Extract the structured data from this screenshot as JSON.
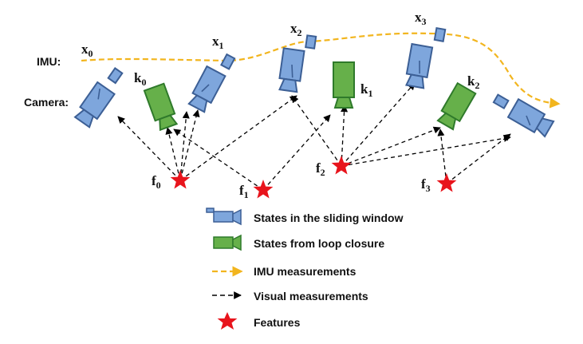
{
  "row_labels": {
    "imu": "IMU:",
    "camera": "Camera:"
  },
  "states": [
    {
      "base": "x",
      "sub": "0"
    },
    {
      "base": "x",
      "sub": "1"
    },
    {
      "base": "x",
      "sub": "2"
    },
    {
      "base": "x",
      "sub": "3"
    }
  ],
  "keyframes": [
    {
      "base": "k",
      "sub": "0"
    },
    {
      "base": "k",
      "sub": "1"
    },
    {
      "base": "k",
      "sub": "2"
    }
  ],
  "features": [
    {
      "base": "f",
      "sub": "0"
    },
    {
      "base": "f",
      "sub": "1"
    },
    {
      "base": "f",
      "sub": "2"
    },
    {
      "base": "f",
      "sub": "3"
    }
  ],
  "legend": [
    {
      "icon": "sliding-window-camera-icon",
      "label": "States in the sliding window"
    },
    {
      "icon": "loop-closure-camera-icon",
      "label": "States from loop closure"
    },
    {
      "icon": "imu-arrow-icon",
      "label": "IMU measurements"
    },
    {
      "icon": "visual-arrow-icon",
      "label": "Visual measurements"
    },
    {
      "icon": "feature-star-icon",
      "label": "Features"
    }
  ],
  "colors": {
    "blue_fill": "#7ea6dc",
    "blue_stroke": "#3c5f95",
    "green_fill": "#66b04a",
    "green_stroke": "#2f7a2b",
    "imu_path": "#f2b51e",
    "feature_star": "#e8141c",
    "visual_line": "#000000"
  }
}
